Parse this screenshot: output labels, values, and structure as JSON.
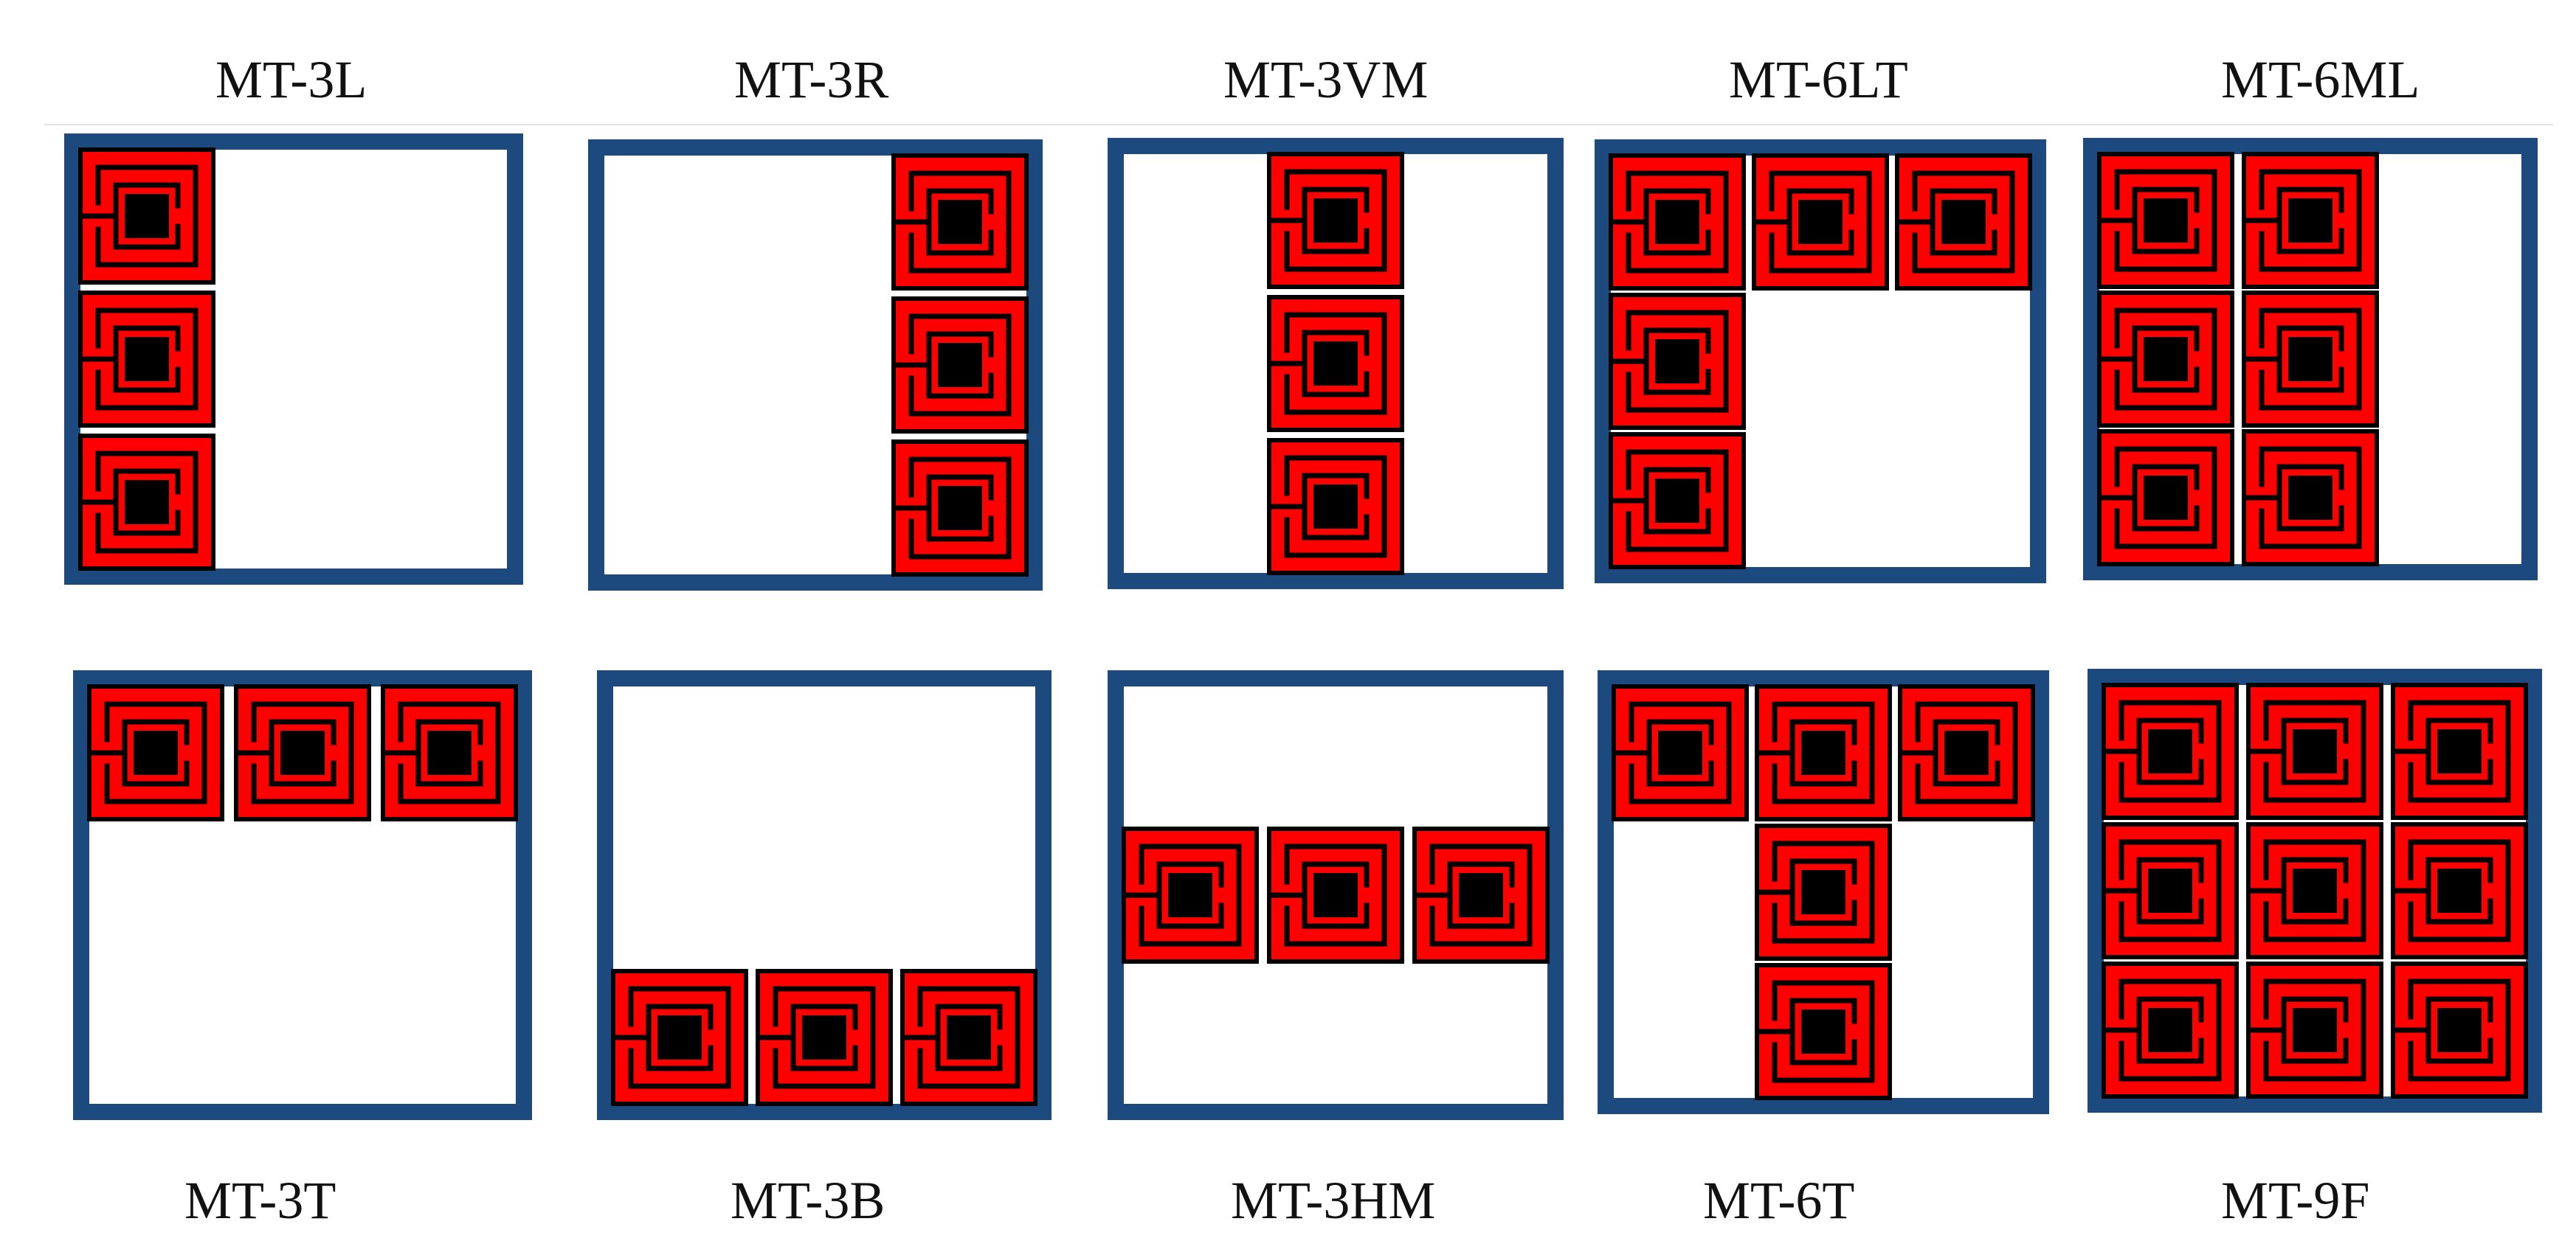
{
  "colors": {
    "frame": "#1c4a7e",
    "cell_fill": "#ff0000",
    "cell_detail": "#000000",
    "rule": "#e3e3e3",
    "background": "#ffffff"
  },
  "cell_icon": "spiral-resonator-icon",
  "configurations": [
    {
      "label": "MT-3L",
      "cells": [
        [
          0,
          0
        ],
        [
          0,
          1
        ],
        [
          0,
          2
        ]
      ]
    },
    {
      "label": "MT-3R",
      "cells": [
        [
          2,
          0
        ],
        [
          2,
          1
        ],
        [
          2,
          2
        ]
      ]
    },
    {
      "label": "MT-3VM",
      "cells": [
        [
          1,
          0
        ],
        [
          1,
          1
        ],
        [
          1,
          2
        ]
      ]
    },
    {
      "label": "MT-6LT",
      "cells": [
        [
          0,
          0
        ],
        [
          1,
          0
        ],
        [
          2,
          0
        ],
        [
          0,
          1
        ],
        [
          0,
          2
        ]
      ]
    },
    {
      "label": "MT-6ML",
      "cells": [
        [
          0,
          0
        ],
        [
          1,
          0
        ],
        [
          0,
          1
        ],
        [
          1,
          1
        ],
        [
          0,
          2
        ],
        [
          1,
          2
        ]
      ]
    },
    {
      "label": "MT-3T",
      "cells": [
        [
          0,
          0
        ],
        [
          1,
          0
        ],
        [
          2,
          0
        ]
      ]
    },
    {
      "label": "MT-3B",
      "cells": [
        [
          0,
          2
        ],
        [
          1,
          2
        ],
        [
          2,
          2
        ]
      ]
    },
    {
      "label": "MT-3HM",
      "cells": [
        [
          0,
          1
        ],
        [
          1,
          1
        ],
        [
          2,
          1
        ]
      ]
    },
    {
      "label": "MT-6T",
      "cells": [
        [
          0,
          0
        ],
        [
          1,
          0
        ],
        [
          2,
          0
        ],
        [
          1,
          1
        ],
        [
          1,
          2
        ]
      ]
    },
    {
      "label": "MT-9F",
      "cells": [
        [
          0,
          0
        ],
        [
          1,
          0
        ],
        [
          2,
          0
        ],
        [
          0,
          1
        ],
        [
          1,
          1
        ],
        [
          2,
          1
        ],
        [
          0,
          2
        ],
        [
          1,
          2
        ],
        [
          2,
          2
        ]
      ]
    }
  ]
}
